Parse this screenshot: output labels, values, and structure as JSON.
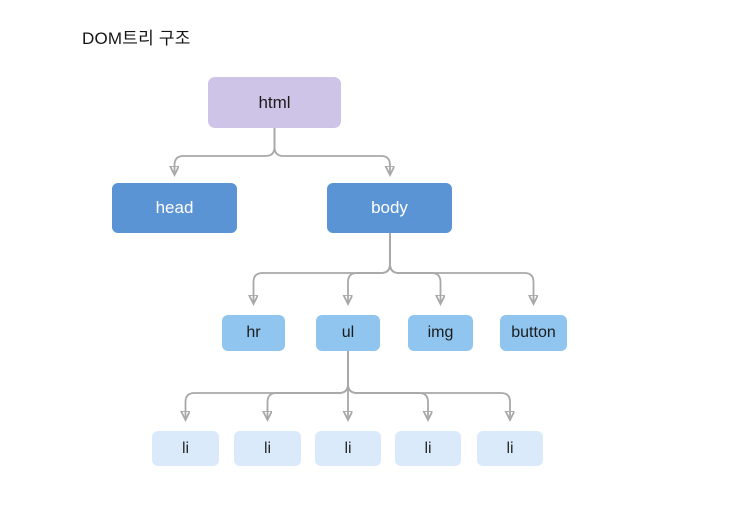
{
  "title": "DOM트리 구조",
  "colors": {
    "root_node": "#cec4e7",
    "level1_node": "#5b94d4",
    "level2_node": "#8fc5ef",
    "level3_node": "#dbeafa",
    "connector": "#a8a8a8",
    "level1_text": "#ffffff",
    "dark_text": "#1c1c1c"
  },
  "tree": {
    "root": {
      "label": "html"
    },
    "level1": [
      {
        "label": "head"
      },
      {
        "label": "body"
      }
    ],
    "level2": [
      {
        "label": "hr"
      },
      {
        "label": "ul"
      },
      {
        "label": "img"
      },
      {
        "label": "button"
      }
    ],
    "level3": [
      {
        "label": "li"
      },
      {
        "label": "li"
      },
      {
        "label": "li"
      },
      {
        "label": "li"
      },
      {
        "label": "li"
      }
    ]
  }
}
